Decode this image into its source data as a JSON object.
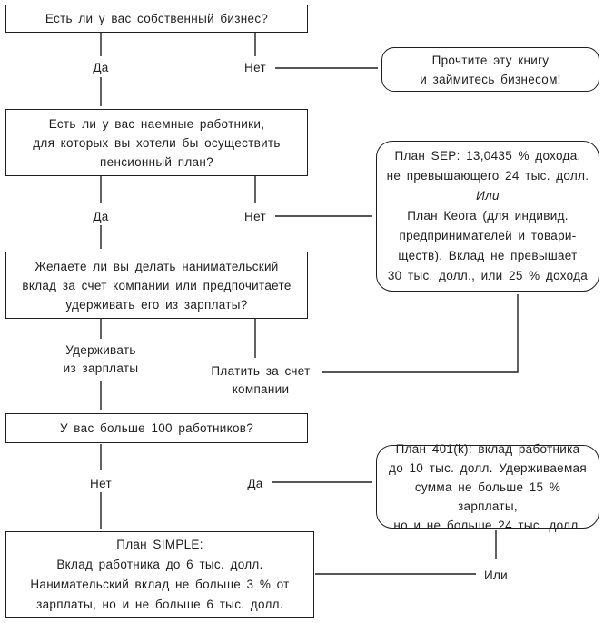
{
  "colors": {
    "ink": "#1f1f1f",
    "background": "#ffffff"
  },
  "nodes": {
    "q_business": {
      "text": "Есть ли у вас собственный бизнес?"
    },
    "result_read_book": {
      "lines": [
        "Прочтите эту книгу",
        "и займитесь бизнесом!"
      ]
    },
    "q_employees": {
      "lines": [
        "Есть ли у вас наемные работники,",
        "для которых вы хотели бы осуществить",
        "пенсионный план?"
      ]
    },
    "result_sep_keogh": {
      "part1": [
        "План SEP: 13,0435 % дохода,",
        "не превышающего 24 тыс. долл."
      ],
      "or": "Или",
      "part2": [
        "План Кеога (для индивид.",
        "предпринимателей и товари-",
        "ществ). Вклад не превышает",
        "30 тыс. долл., или 25 % дохода"
      ]
    },
    "q_contribution": {
      "lines": [
        "Желаете ли вы делать нанимательский",
        "вклад за счет компании или предпочитаете",
        "удерживать его из зарплаты?"
      ]
    },
    "q_100_workers": {
      "text": "У вас больше 100 работников?"
    },
    "result_401k": {
      "lines": [
        "План 401(k): вклад работника",
        "до 10 тыс. долл. Удерживаемая",
        "сумма не больше 15 % зарплаты,",
        "но и не больше 24 тыс. долл."
      ]
    },
    "result_simple": {
      "lines": [
        "План SIMPLE:",
        "Вклад работника до 6 тыс. долл.",
        "Нанимательский вклад не больше 3 % от",
        "зарплаты, но и не больше 6 тыс. долл."
      ]
    }
  },
  "edge_labels": {
    "yes_1": "Да",
    "no_1": "Нет",
    "yes_2": "Да",
    "no_2": "Нет",
    "withhold": [
      "Удерживать",
      "из зарплаты"
    ],
    "pay_company": [
      "Платить за счет",
      "компании"
    ],
    "no_3": "Нет",
    "yes_3": "Да",
    "or": "Или"
  }
}
